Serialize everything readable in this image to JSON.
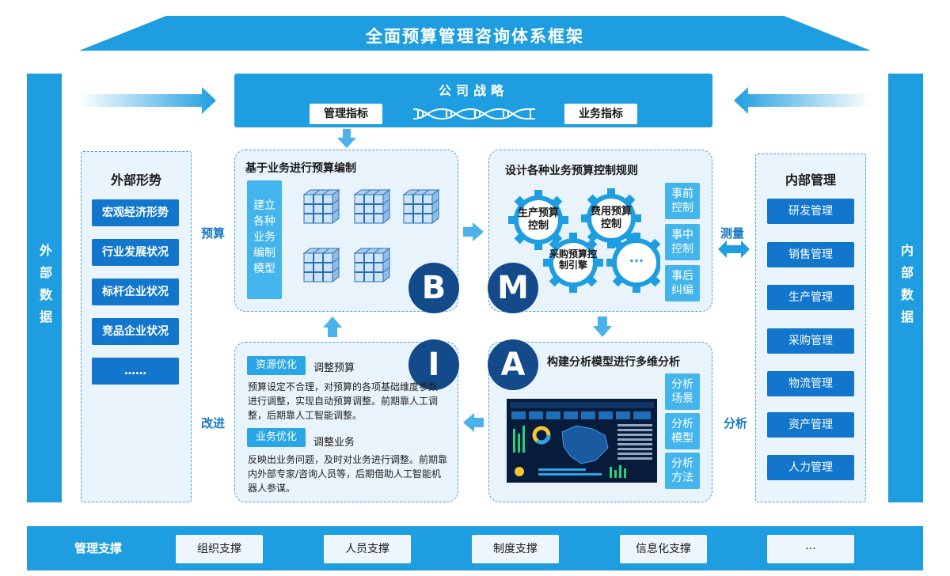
{
  "title": "全面预算管理咨询体系框架",
  "left_bar": "外部数据",
  "right_bar": "内部数据",
  "strategy": {
    "title": "公司战略",
    "left_tag": "管理指标",
    "right_tag": "业务指标"
  },
  "external": {
    "title": "外部形势",
    "items": [
      "宏观经济形势",
      "行业发展状况",
      "标杆企业状况",
      "竞品企业状况",
      "……"
    ]
  },
  "internal": {
    "title": "内部管理",
    "items": [
      "研发管理",
      "销售管理",
      "生产管理",
      "采购管理",
      "物流管理",
      "资产管理",
      "人力管理"
    ]
  },
  "labels": {
    "budget": "预算",
    "improve": "改进",
    "measure": "测量",
    "analyze": "分析"
  },
  "quad_b": {
    "title": "基于业务进行预算编制",
    "tile": "建立各种业务编制模型",
    "letter": "B"
  },
  "quad_m": {
    "title": "设计各种业务预算控制规则",
    "letter": "M",
    "gears": [
      "生产预算控制",
      "费用预算控制",
      "采购预算控制引擎",
      "···"
    ],
    "tiles": [
      "事前控制",
      "事中控制",
      "事后纠编"
    ]
  },
  "quad_i": {
    "letter": "I",
    "tag1": "资源优化",
    "tag1_label": "调整预算",
    "text1": "预算设定不合理，对预算的各项基础维度参数进行调整，实现自动预算调整。前期靠人工调整，后期靠人工智能调整。",
    "tag2": "业务优化",
    "tag2_label": "调整业务",
    "text2": "反映出业务问题，及时对业务进行调整。前期靠内外部专家/咨询人员等，后期借助人工智能机器人参谋。"
  },
  "quad_a": {
    "letter": "A",
    "title": "构建分析模型进行多维分析",
    "tiles": [
      "分析场景",
      "分析模型",
      "分析方法"
    ]
  },
  "bottom": {
    "title": "管理支撑",
    "items": [
      "组织支撑",
      "人员支撑",
      "制度支撑",
      "信息化支撑",
      "···"
    ]
  },
  "colors": {
    "primary": "#1e9ee0",
    "dark_blue": "#124a8a",
    "button_blue": "#1277cc",
    "light_tile": "#43b5ec",
    "panel_bg": "#e9f3fb"
  }
}
